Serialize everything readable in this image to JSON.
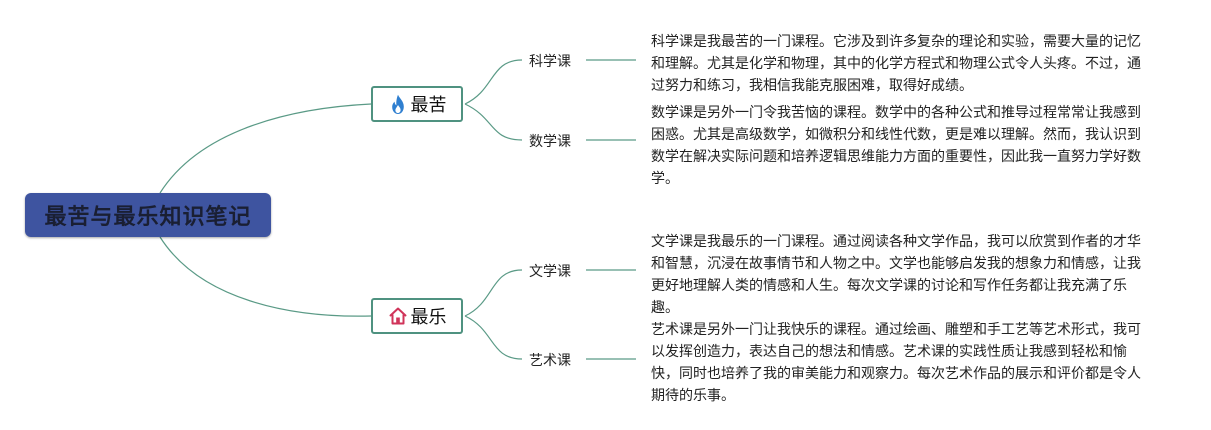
{
  "root": {
    "title": "最苦与最乐知识笔记"
  },
  "branches": [
    {
      "label": "最苦",
      "icon": "fire-icon",
      "subtopics": [
        {
          "label": "科学课",
          "text": "科学课是我最苦的一门课程。它涉及到许多复杂的理论和实验，需要大量的记忆和理解。尤其是化学和物理，其中的化学方程式和物理公式令人头疼。不过，通过努力和练习，我相信我能克服困难，取得好成绩。"
        },
        {
          "label": "数学课",
          "text": "数学课是另外一门令我苦恼的课程。数学中的各种公式和推导过程常常让我感到困惑。尤其是高级数学，如微积分和线性代数，更是难以理解。然而，我认识到数学在解决实际问题和培养逻辑思维能力方面的重要性，因此我一直努力学好数学。"
        }
      ]
    },
    {
      "label": "最乐",
      "icon": "home-icon",
      "subtopics": [
        {
          "label": "文学课",
          "text": "文学课是我最乐的一门课程。通过阅读各种文学作品，我可以欣赏到作者的才华和智慧，沉浸在故事情节和人物之中。文学也能够启发我的想象力和情感，让我更好地理解人类的情感和人生。每次文学课的讨论和写作任务都让我充满了乐趣。"
        },
        {
          "label": "艺术课",
          "text": "艺术课是另外一门让我快乐的课程。通过绘画、雕塑和手工艺等艺术形式，我可以发挥创造力，表达自己的想法和情感。艺术课的实践性质让我感到轻松和愉快，同时也培养了我的审美能力和观察力。每次艺术作品的展示和评价都是令人期待的乐事。"
        }
      ]
    }
  ],
  "colors": {
    "connector": "#5a9a86",
    "root_fill": "#3e54a0",
    "node_border": "#4f9280",
    "fire": "#2f7fd0",
    "home": "#d0345a"
  }
}
